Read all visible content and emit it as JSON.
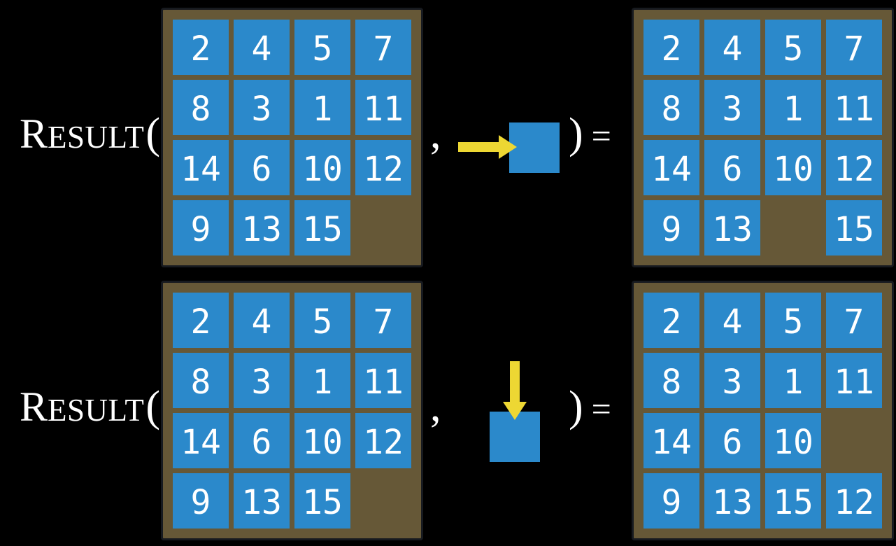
{
  "figure": {
    "description": "Two examples of the RESULT function applied to a 15-puzzle state with a tile-slide action",
    "colors": {
      "background": "#000000",
      "board": "#665837",
      "board_border": "#171A1F",
      "tile": "#2B89CB",
      "tile_text": "#FFFFFF",
      "arrow": "#EDD733",
      "label_text": "#FFFFFF"
    },
    "rows": [
      {
        "name": "slide-right-example",
        "function": {
          "initial": "R",
          "rest": "ESULT",
          "open_paren": "(",
          "close_paren": ")",
          "equals": "="
        },
        "comma": ",",
        "action": {
          "icon": "arrow-right-icon",
          "direction": "right"
        },
        "boards": {
          "input": [
            [
              "2",
              "4",
              "5",
              "7"
            ],
            [
              "8",
              "3",
              "1",
              "11"
            ],
            [
              "14",
              "6",
              "10",
              "12"
            ],
            [
              "9",
              "13",
              "15",
              null
            ]
          ],
          "output": [
            [
              "2",
              "4",
              "5",
              "7"
            ],
            [
              "8",
              "3",
              "1",
              "11"
            ],
            [
              "14",
              "6",
              "10",
              "12"
            ],
            [
              "9",
              "13",
              null,
              "15"
            ]
          ]
        }
      },
      {
        "name": "slide-down-example",
        "function": {
          "initial": "R",
          "rest": "ESULT",
          "open_paren": "(",
          "close_paren": ")",
          "equals": "="
        },
        "comma": ",",
        "action": {
          "icon": "arrow-down-icon",
          "direction": "down"
        },
        "boards": {
          "input": [
            [
              "2",
              "4",
              "5",
              "7"
            ],
            [
              "8",
              "3",
              "1",
              "11"
            ],
            [
              "14",
              "6",
              "10",
              "12"
            ],
            [
              "9",
              "13",
              "15",
              null
            ]
          ],
          "output": [
            [
              "2",
              "4",
              "5",
              "7"
            ],
            [
              "8",
              "3",
              "1",
              "11"
            ],
            [
              "14",
              "6",
              "10",
              null
            ],
            [
              "9",
              "13",
              "15",
              "12"
            ]
          ]
        }
      }
    ]
  }
}
